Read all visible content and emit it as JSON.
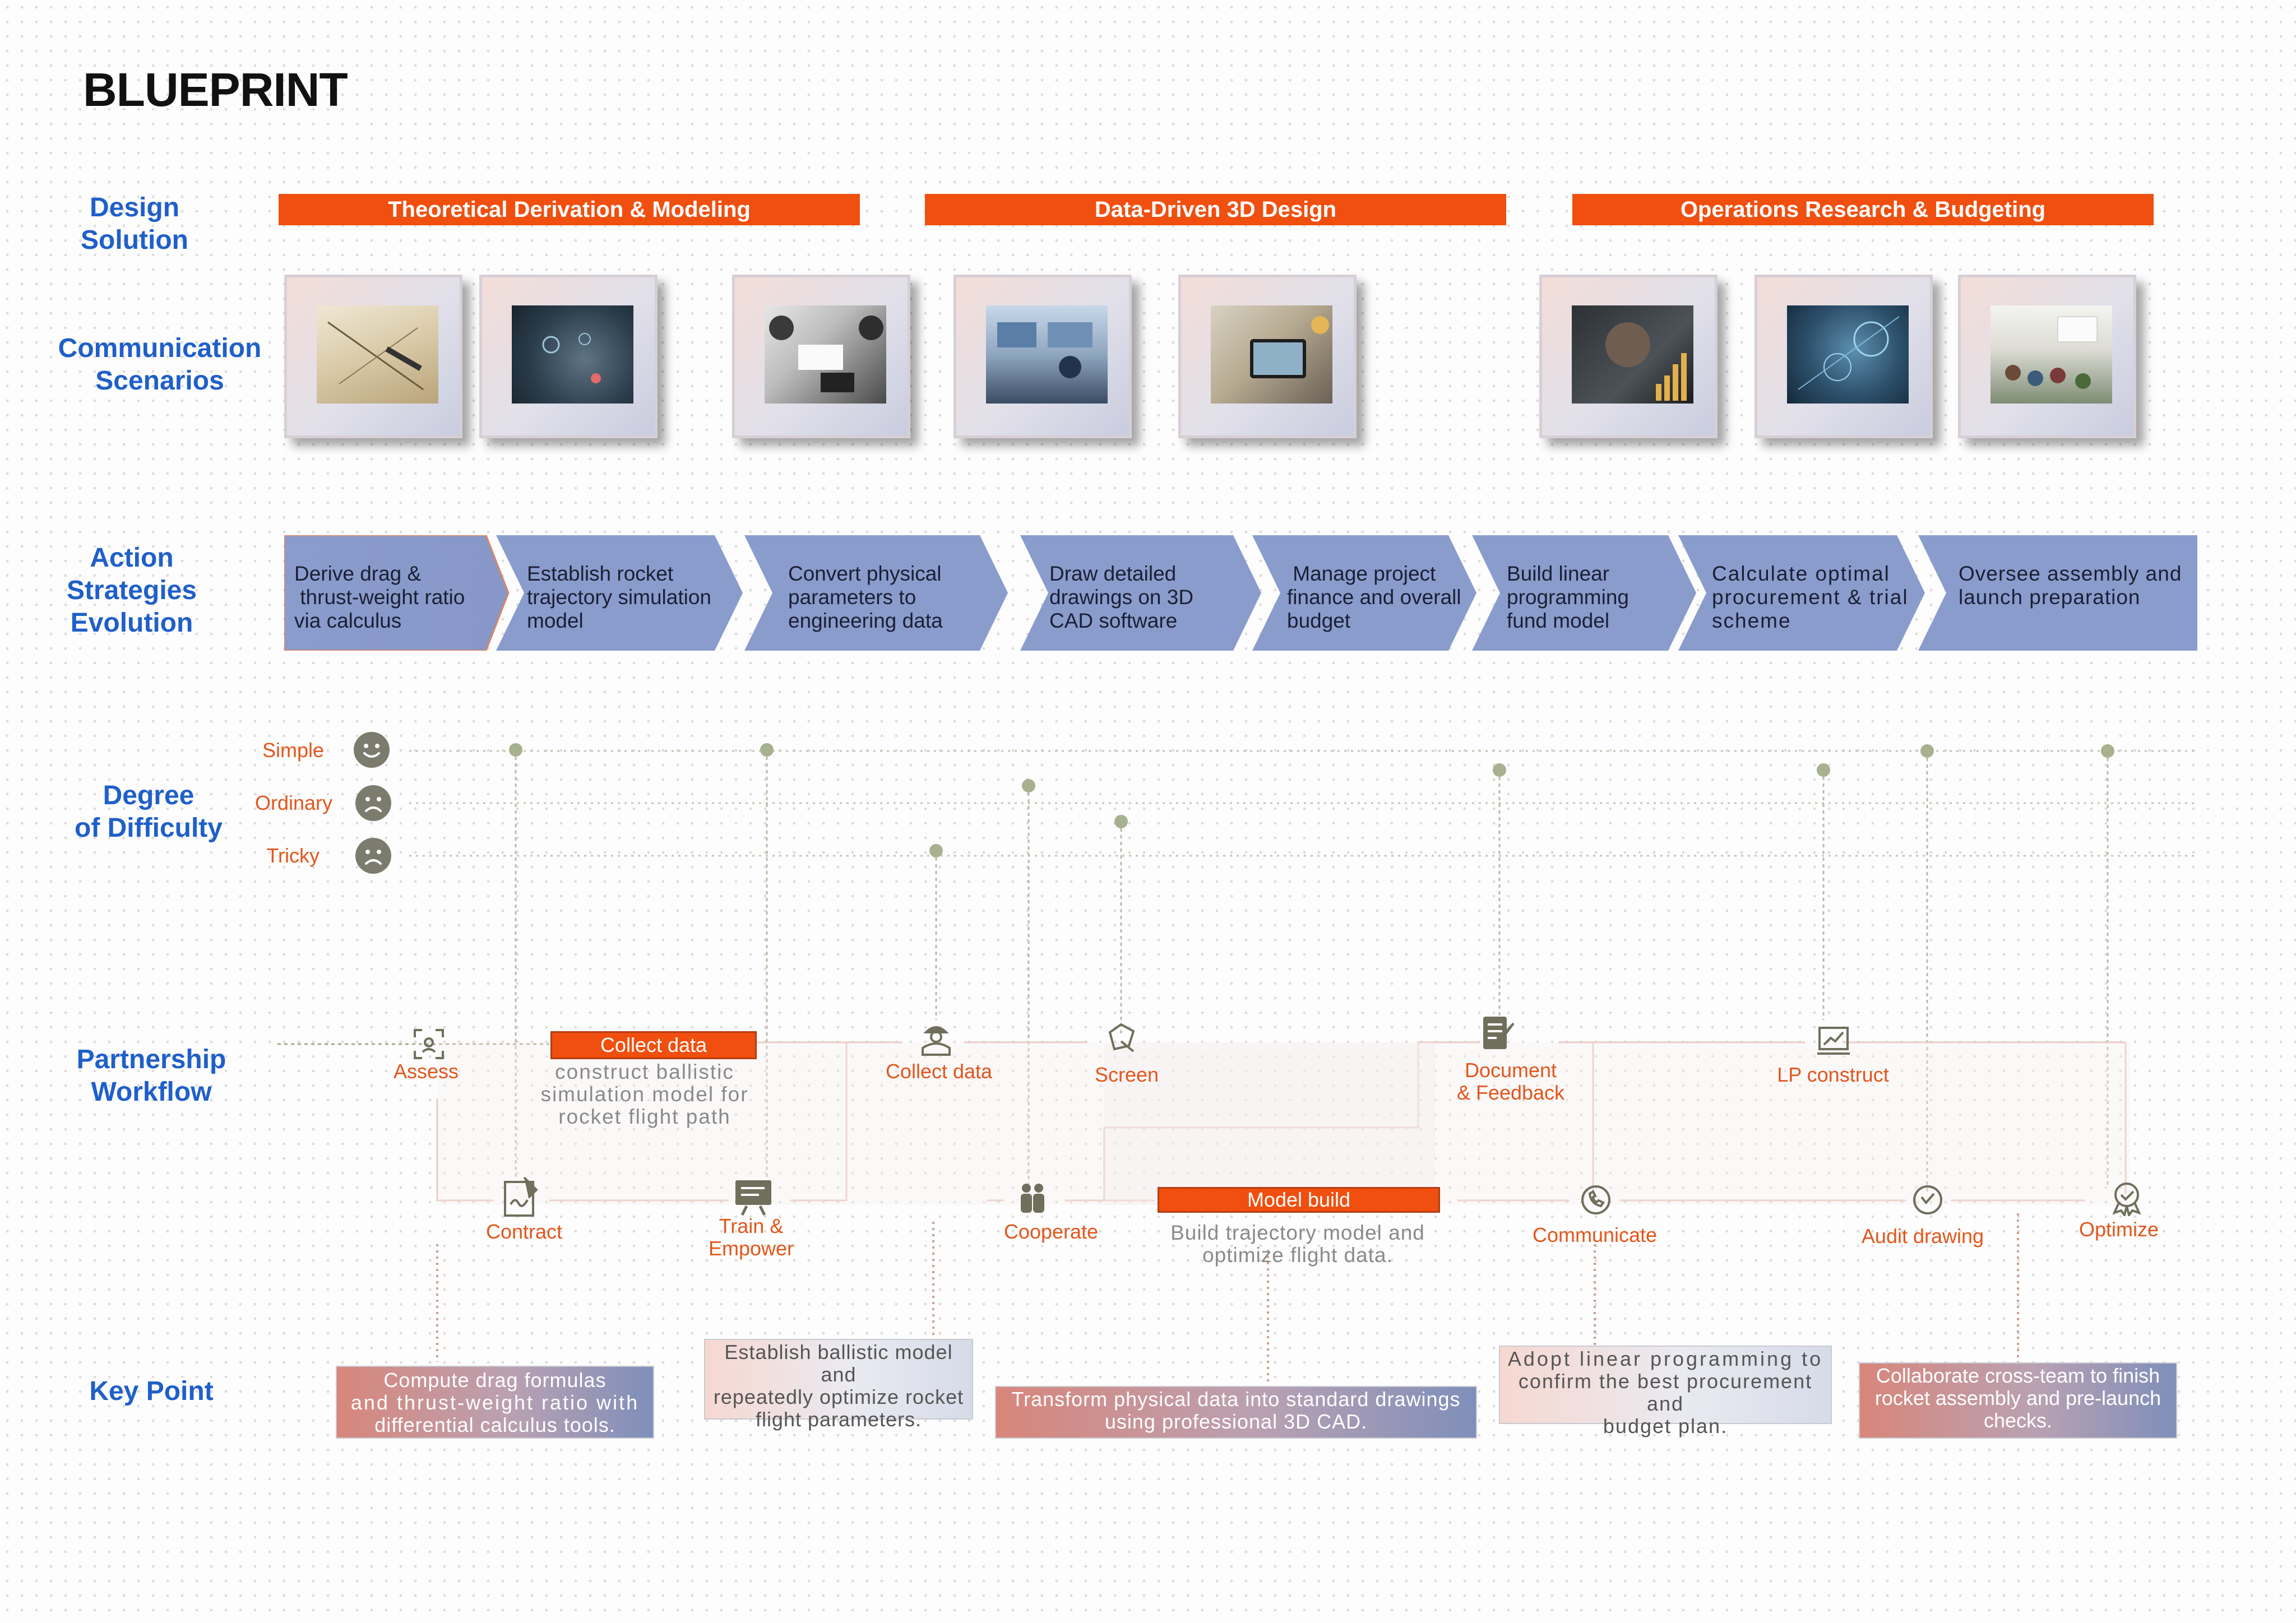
{
  "title": "BLUEPRINT",
  "row_labels": {
    "design_solution": [
      "Design",
      "Solution"
    ],
    "communication_scenarios": [
      "Communication",
      "Scenarios"
    ],
    "action_strategies": [
      "Action",
      "Strategies",
      "Evolution"
    ],
    "degree_of_difficulty": [
      "Degree",
      "of Difficulty"
    ],
    "partnership_workflow": [
      "Partnership",
      "Workflow"
    ],
    "key_point": "Key Point"
  },
  "phases": [
    "Theoretical Derivation & Modeling",
    "Data-Driven 3D Design",
    "Operations Research & Budgeting"
  ],
  "actions": [
    [
      "Derive drag &",
      " thrust-weight ratio",
      "via calculus"
    ],
    [
      "Establish rocket",
      "trajectory simulation",
      "model"
    ],
    [
      "Convert physical",
      "parameters to",
      "engineering data"
    ],
    [
      "Draw detailed",
      "drawings on 3D",
      "CAD software"
    ],
    [
      " Manage project",
      "finance and overall",
      "budget"
    ],
    [
      "Build linear",
      "programming",
      "fund model"
    ],
    [
      "Calculate optimal",
      "procurement & trial",
      "scheme"
    ],
    [
      "Oversee assembly and",
      "launch preparation"
    ]
  ],
  "difficulty_levels": [
    "Simple",
    "Ordinary",
    "Tricky"
  ],
  "workflow": {
    "assess": "Assess",
    "collect_data_box": "Collect data",
    "collect_data_note": [
      "construct ballistic",
      "simulation model for",
      "rocket flight path"
    ],
    "collect_data": "Collect data",
    "screen": "Screen",
    "document_feedback": [
      "Document",
      "& Feedback"
    ],
    "lp_construct": "LP construct",
    "contract": "Contract",
    "train_empower": [
      "Train &",
      "Empower"
    ],
    "cooperate": "Cooperate",
    "model_build_box": "Model build",
    "model_build_note": [
      "Build trajectory model and",
      "optimize flight data."
    ],
    "communicate": "Communicate",
    "audit_drawing": "Audit drawing",
    "optimize": "Optimize"
  },
  "key_points": [
    [
      "Compute drag formulas",
      "and thrust-weight ratio with",
      "differential calculus tools."
    ],
    [
      "Establish ballistic model and",
      "repeatedly optimize rocket",
      "flight parameters."
    ],
    [
      "Transform physical data into standard drawings",
      "using professional 3D CAD."
    ],
    [
      "Adopt linear programming to",
      "confirm the best procurement and",
      "budget plan."
    ],
    [
      "Collaborate cross-team to finish",
      "rocket assembly and pre-launch",
      "checks."
    ]
  ],
  "icons": {
    "difficulty_faces": [
      "smile-face-icon",
      "frown-face-icon",
      "frown-face-icon"
    ],
    "workflow": [
      "scan-icon",
      "inspector-icon",
      "screen-icon",
      "document-edit-icon",
      "line-chart-icon",
      "contract-icon",
      "presentation-icon",
      "people-icon",
      "phone-icon",
      "audit-icon",
      "award-check-icon"
    ]
  },
  "colors": {
    "accent_orange": "#f04f0f",
    "label_blue": "#1f5fc9",
    "chevron_blue": "#8a9ccc",
    "difficulty_dot": "#a7b18f"
  }
}
